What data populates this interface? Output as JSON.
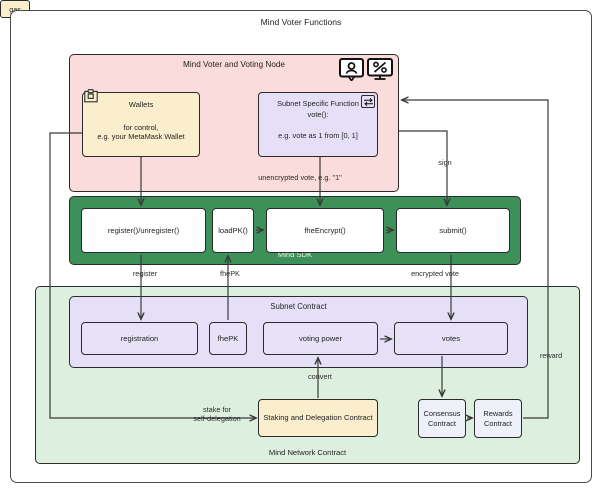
{
  "diagram": {
    "title": "Mind Voter Functions",
    "type": "flowchart"
  },
  "voter_node": {
    "title": "Mind Voter and Voting Node",
    "color": "#fadcdc",
    "icons": [
      {
        "name": "person-icon",
        "glyph": "person in speech bubble"
      },
      {
        "name": "percent-monitor-icon",
        "glyph": "percent on monitor"
      }
    ],
    "wallets": {
      "title": "Wallets",
      "line1": "for control,",
      "line2": "e.g. your MetaMask Wallet",
      "tag": "gas",
      "color": "#faeecd",
      "icon": "note-icon"
    },
    "subnet_function": {
      "line1": "Subnet Specific Function",
      "line2": "vote():",
      "line3": "e.g. vote as 1 from [0, 1]",
      "color": "#e5e0f8",
      "icon": "swap-icon"
    }
  },
  "sdk": {
    "title": "Mind SDK",
    "color": "#3d9158",
    "cells": [
      {
        "label": "register()/unregister()"
      },
      {
        "label": "loadPK()"
      },
      {
        "label": "fheEncrypt()"
      },
      {
        "label": "submit()"
      }
    ]
  },
  "network_contract": {
    "title": "Mind Network Contract",
    "color": "#ddf0e0",
    "subnet_contract": {
      "title": "Subnet Contract",
      "color": "#e5e0f8",
      "cells": [
        {
          "label": "registration"
        },
        {
          "label": "fhePK"
        },
        {
          "label": "voting power"
        },
        {
          "label": "votes"
        }
      ]
    },
    "staking": {
      "label": "Staking and Delegation Contract",
      "color": "#faeecd"
    },
    "consensus": {
      "line1": "Consensus",
      "line2": "Contract",
      "color": "#eef0fa"
    },
    "rewards": {
      "line1": "Rewards",
      "line2": "Contract",
      "color": "#eef0fa"
    }
  },
  "edges": {
    "unencrypted_vote": "unencrypted vote, e.g. \"1\"",
    "sign": "sign",
    "register": "register",
    "fhepk": "fhePK",
    "encrypted_vote": "encrypted vote",
    "convert": "convert",
    "reward": "reward",
    "stake_line1": "stake for",
    "stake_line2": "self-delegation"
  }
}
